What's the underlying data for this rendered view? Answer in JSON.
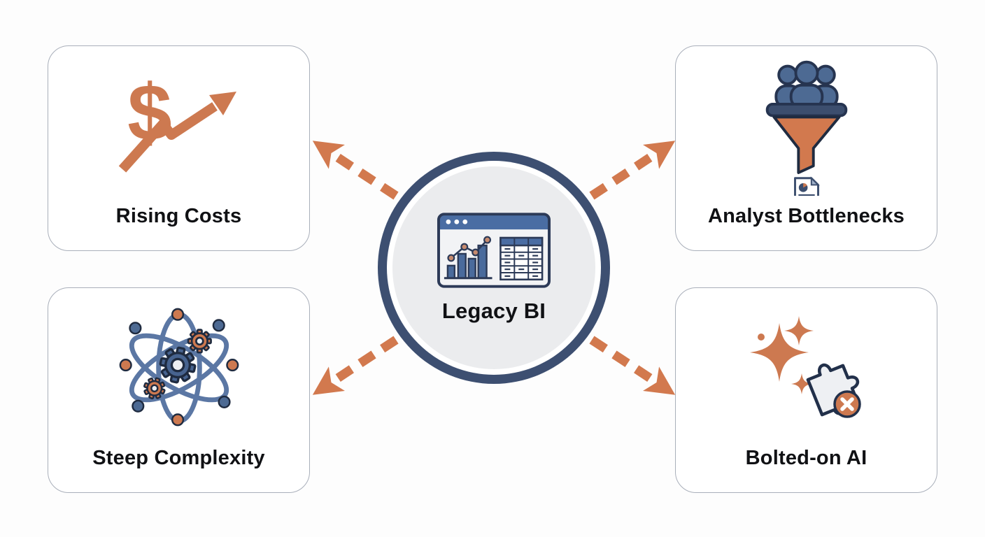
{
  "diagram": {
    "center_node": {
      "label": "Legacy BI",
      "icon": "bi-dashboard-icon"
    },
    "nodes": [
      {
        "label": "Rising Costs",
        "icon": "dollar-trend-up-icon",
        "position": "top-left"
      },
      {
        "label": "Analyst Bottlenecks",
        "icon": "people-funnel-report-icon",
        "position": "top-right"
      },
      {
        "label": "Steep Complexity",
        "icon": "atom-gears-icon",
        "position": "bottom-left"
      },
      {
        "label": "Bolted-on AI",
        "icon": "sparkles-puzzle-error-icon",
        "position": "bottom-right"
      }
    ],
    "connectors": {
      "style": "dashed",
      "direction": "outward-from-center",
      "color": "#d2794e"
    },
    "colors": {
      "accent_orange": "#d2794e",
      "navy_ring": "#3d4f71",
      "steel_blue": "#4a6da3",
      "slate_blue": "#5b77a4",
      "person_fill": "#4d6a93",
      "dark_outline": "#22304a",
      "circle_fill": "#ebecee",
      "box_border": "#a9afba",
      "label_text": "#101114",
      "background": "#ffffff"
    }
  }
}
